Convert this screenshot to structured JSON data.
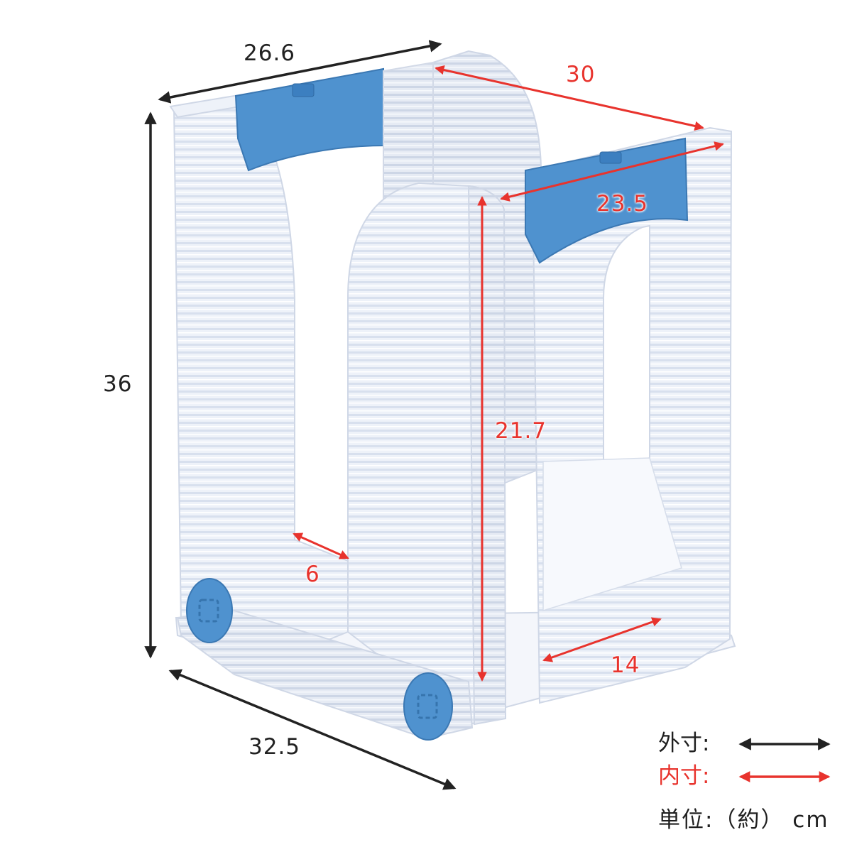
{
  "dimensions": {
    "outer": {
      "top_width": "26.6",
      "height": "36",
      "bottom_depth": "32.5"
    },
    "inner": {
      "top_depth": "30",
      "top_width": "23.5",
      "height": "21.7",
      "slot_width": "6",
      "base_depth": "14"
    }
  },
  "legend": {
    "outer_label": "外寸:",
    "inner_label": "内寸:",
    "unit_label": "単位:（約） cm"
  },
  "colors": {
    "outer_arrow": "#222222",
    "inner_arrow": "#e8332d",
    "accent_blue": "#4f92cf",
    "frame": "#dfe6f2"
  }
}
